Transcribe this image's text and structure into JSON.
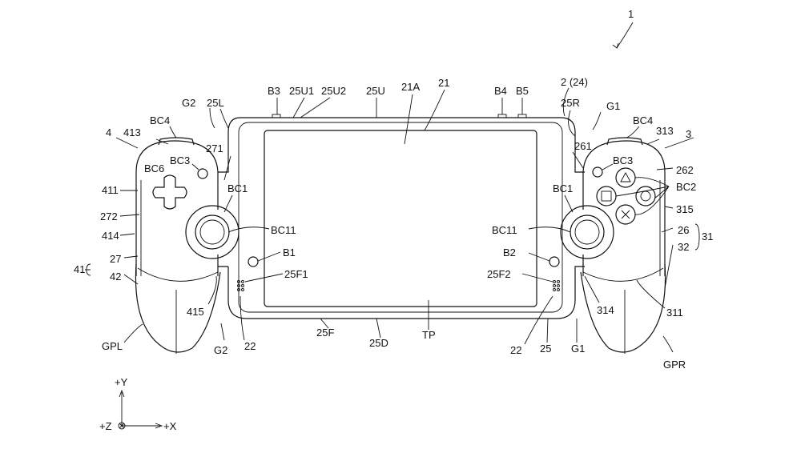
{
  "figure_number": "1",
  "labels": {
    "fig_ref": "1",
    "body_ref": "2 (24)",
    "g1_top": "G1",
    "r25R": "25R",
    "g2_top": "G2",
    "r25L": "25L",
    "b3": "B3",
    "r25U1": "25U1",
    "r25U2": "25U2",
    "r25U": "25U",
    "r21A": "21A",
    "r21": "21",
    "b4": "B4",
    "b5": "B5",
    "bc4_left": "BC4",
    "r413": "413",
    "r4": "4",
    "bc3_left": "BC3",
    "r271": "271",
    "bc6": "BC6",
    "r411": "411",
    "r272": "272",
    "r414": "414",
    "r27": "27",
    "r41": "41",
    "r42": "42",
    "bc1_left": "BC1",
    "bc11_left": "BC11",
    "b1": "B1",
    "r25F1": "25F1",
    "r415": "415",
    "gpl": "GPL",
    "g2_bottom": "G2",
    "r22_left": "22",
    "r25F": "25F",
    "r25D": "25D",
    "tp": "TP",
    "r25F2": "25F2",
    "b2": "B2",
    "bc11_right": "BC11",
    "bc1_right": "BC1",
    "r261": "261",
    "bc4_right": "BC4",
    "r313": "313",
    "r3": "3",
    "bc3_right": "BC3",
    "r262": "262",
    "bc2": "BC2",
    "r315": "315",
    "r26": "26",
    "r31": "31",
    "r32": "32",
    "r314": "314",
    "r311": "311",
    "r22_right": "22",
    "r25": "25",
    "g1_bottom": "G1",
    "gpr": "GPR"
  },
  "axes": {
    "y": "+Y",
    "z": "+Z",
    "x": "+X"
  }
}
